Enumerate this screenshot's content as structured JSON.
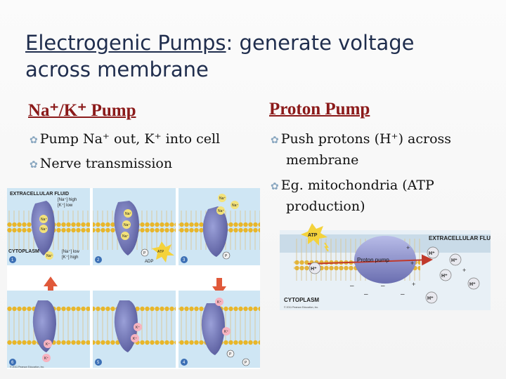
{
  "title": {
    "emphasis": "Electrogenic Pumps",
    "rest": ": generate voltage across membrane"
  },
  "left": {
    "heading": "Na⁺/K⁺ Pump",
    "bullets": [
      "Pump Na⁺ out, K⁺ into cell",
      "Nerve transmission"
    ]
  },
  "right": {
    "heading": "Proton Pump",
    "bullets": [
      "Push protons (H⁺) across membrane",
      "Eg. mitochondria (ATP production)"
    ]
  },
  "nak_figure": {
    "label_extracellular": "EXTRACELLULAR FLUID",
    "label_conc_high_na": "[Na⁺] high",
    "label_conc_low_k": "[K⁺] low",
    "label_cytoplasm": "CYTOPLASM",
    "label_conc_low_na": "[Na⁺] low",
    "label_conc_high_k": "[K⁺] high",
    "na": "Na⁺",
    "k": "K⁺",
    "p": "P",
    "atp": "ATP",
    "adp": "ADP",
    "steps": [
      "1",
      "2",
      "3",
      "4",
      "5",
      "6"
    ],
    "copyright": "© 2011 Pearson Education, Inc."
  },
  "proton_figure": {
    "atp": "ATP",
    "label_extracellular": "EXTRACELLULAR FLUID",
    "pump_label": "Proton pump",
    "h": "H⁺",
    "label_cytoplasm": "CYTOPLASM",
    "copyright": "© 2011 Pearson Education, Inc.",
    "plus": "+",
    "minus": "–"
  },
  "colors": {
    "title": "#1f2d4d",
    "heading": "#8b1a1a",
    "bullet_marker": "#8aa7c0"
  },
  "icons": {
    "bullet": "bullet-icon"
  }
}
